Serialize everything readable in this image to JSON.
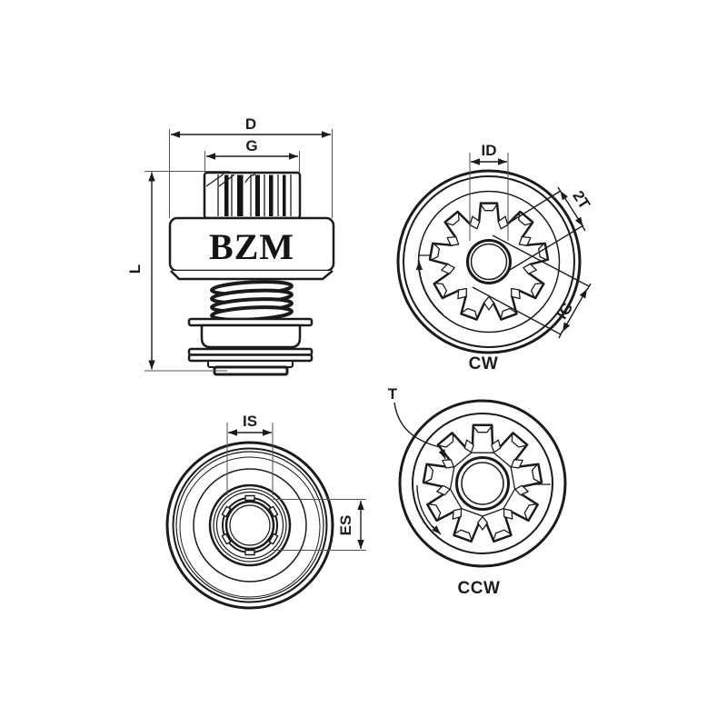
{
  "diagram": {
    "background": "#ffffff",
    "line_color": "#1b1b1d",
    "side_view": {
      "brand": "BZM",
      "outer_diameter_label": "D",
      "gear_width_label": "G",
      "length_label": "L"
    },
    "cw_view": {
      "inner_diameter_label": "ID",
      "two_teeth_label": "2T",
      "gear_inner_label": "IG",
      "rotation_caption": "CW"
    },
    "rear_view": {
      "inner_spline_label": "IS",
      "spline_diameter_label": "ES"
    },
    "ccw_view": {
      "tooth_label": "T",
      "rotation_caption": "CCW"
    }
  }
}
